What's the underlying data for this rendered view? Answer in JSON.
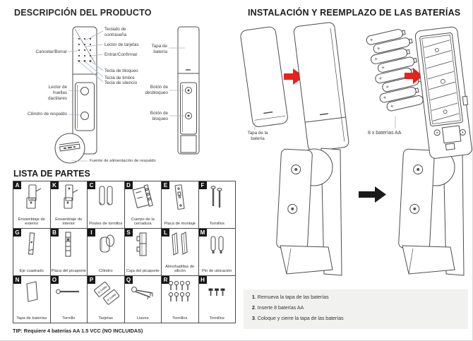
{
  "description": {
    "title": "DESCRIPCIÓN DEL PRODUCTO",
    "exterior_labels": {
      "keypad": "Teclado de contraseña",
      "card_reader": "Lector de tarjetas",
      "cancel": "Cancelar/Borrar",
      "enter": "Entrar/Confirmar",
      "lock_key": "Tecla de bloqueo",
      "bell_key": "Tecla de timbre",
      "silence_key": "Tecla de silencio",
      "fingerprint": "Lector de huellas dactilares",
      "cylinder": "Cilindro de respaldo",
      "backup_power": "Fuente de alimentación de respaldo"
    },
    "interior_labels": {
      "battery_cover": "Tapa de batería",
      "unlock_button": "Botón de desbloqueo",
      "lock_button": "Botón de bloqueo"
    }
  },
  "parts": {
    "title": "LISTA DE PARTES",
    "tip": "TIP: Requiere 4 baterías AA 1.5 VCC (NO INCLUIDAS)",
    "card_text": "IC CARD",
    "items": [
      {
        "letter": "A",
        "label": "Ensamblaje de exterior"
      },
      {
        "letter": "K",
        "label": "Ensamblaje de interior"
      },
      {
        "letter": "C",
        "label": "Postes de tornillos"
      },
      {
        "letter": "D",
        "label": "Cuerpo de la cerradura"
      },
      {
        "letter": "E",
        "label": "Placa de montaje"
      },
      {
        "letter": "F",
        "label": "Tornillos"
      },
      {
        "letter": "G",
        "label": "Eje cuadrado"
      },
      {
        "letter": "B",
        "label": "Placa del picaporte"
      },
      {
        "letter": "I",
        "label": "Cilindro"
      },
      {
        "letter": "S",
        "label": "Caja del picaporte"
      },
      {
        "letter": "L",
        "label": "Almohadillas de silicón"
      },
      {
        "letter": "M",
        "label": "Pin de ubicación"
      },
      {
        "letter": "N",
        "label": "Tapa de baterías"
      },
      {
        "letter": "O",
        "label": "Tornillo"
      },
      {
        "letter": "P",
        "label": "Tarjetas"
      },
      {
        "letter": "Q",
        "label": "Llaves"
      },
      {
        "letter": "R",
        "label": "Tornillos"
      },
      {
        "letter": "H",
        "label": "Tornillos"
      }
    ]
  },
  "installation": {
    "title": "INSTALACIÓN Y REEMPLAZO DE LAS BATERÍAS",
    "cover_label": "Tapa de la batería",
    "batteries_label": "8 x baterías AA",
    "steps": [
      {
        "num": "1",
        "text": ". Remueva la tapa de las baterías"
      },
      {
        "num": "2",
        "text": ". Inserte 8 baterías AA"
      },
      {
        "num": "3",
        "text": ". Coloque y cierre la tapa de las baterías"
      }
    ]
  },
  "colors": {
    "arrow_red": "#e8211d",
    "arrow_black": "#1a1a1a",
    "steps_background": "#f1f1ef",
    "line_art": "#4d4d4d",
    "leader_line": "#a7b4c0"
  }
}
